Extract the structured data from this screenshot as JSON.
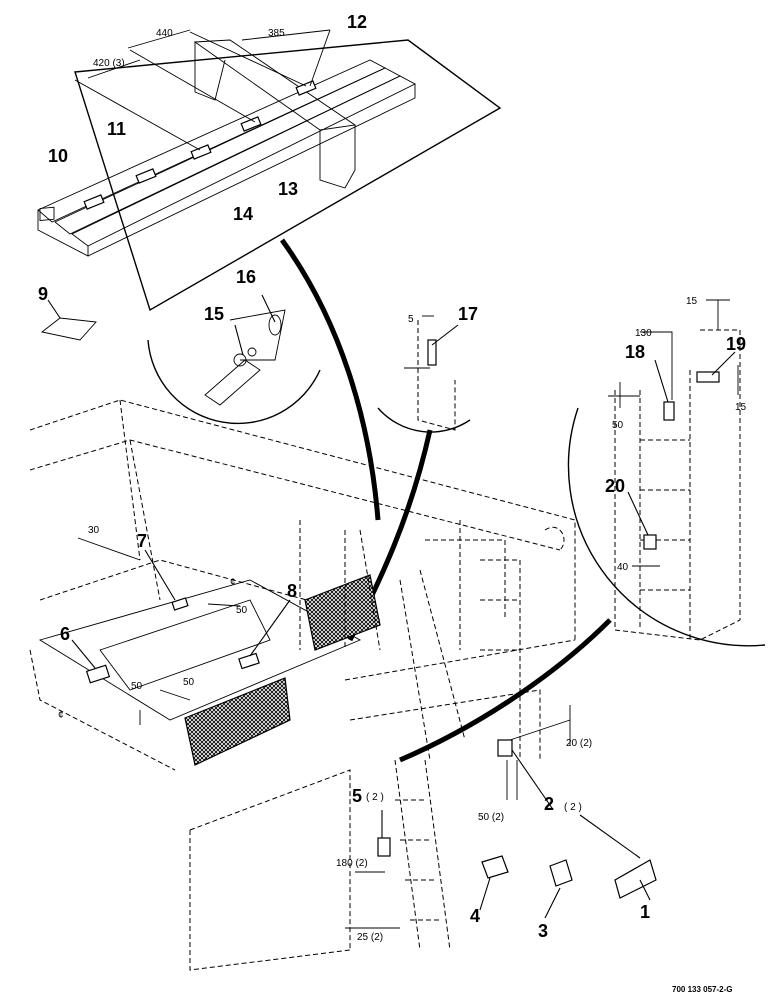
{
  "figure_code": "700 133 057-2-G",
  "callouts": {
    "c1": "1",
    "c2": "2",
    "c2_qty": "( 2 )",
    "c3": "3",
    "c4": "4",
    "c5": "5",
    "c5_qty": "( 2 )",
    "c6": "6",
    "c7": "7",
    "c8": "8",
    "c9": "9",
    "c10": "10",
    "c11": "11",
    "c12": "12",
    "c13": "13",
    "c14": "14",
    "c15": "15",
    "c16": "16",
    "c17": "17",
    "c18": "18",
    "c19": "19",
    "c20": "20"
  },
  "dimensions": {
    "d440": "440",
    "d385": "385",
    "d420": "420 (3)",
    "d5": "5",
    "d15_top": "15",
    "d130": "130",
    "d15_side": "15",
    "d50_right": "50",
    "d40": "40",
    "d30": "30",
    "d50_mid": "50",
    "d50_deck": "50",
    "d50_left": "50",
    "d20": "20 (2)",
    "d50_lower": "50 (2)",
    "d180": "180 (2)",
    "d25": "25 (2)"
  },
  "centerline_symbol": "¢"
}
